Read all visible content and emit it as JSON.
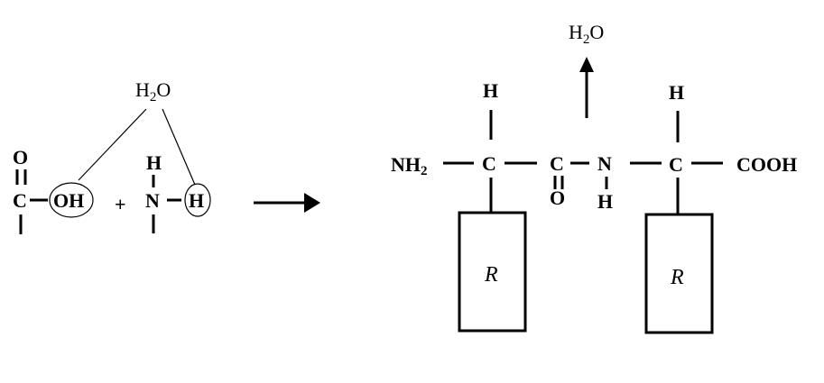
{
  "reactants": {
    "water": {
      "main": "H",
      "sub": "2",
      "tail": "O"
    },
    "acid": {
      "o_top": "O",
      "c": "C",
      "oh": "OH"
    },
    "plus": "+",
    "amine": {
      "h_top": "H",
      "n": "N",
      "h_right": "H"
    }
  },
  "product": {
    "water": {
      "main": "H",
      "sub": "2",
      "tail": "O"
    },
    "nh2": {
      "main": "NH",
      "sub": "2"
    },
    "c_alpha1": "C",
    "h_alpha1": "H",
    "c_carbonyl": "C",
    "o_carbonyl": "O",
    "n_amide": "N",
    "h_amide": "H",
    "c_alpha2": "C",
    "h_alpha2": "H",
    "cooh": "COOH",
    "r_group_1": "R",
    "r_group_2": "R"
  }
}
